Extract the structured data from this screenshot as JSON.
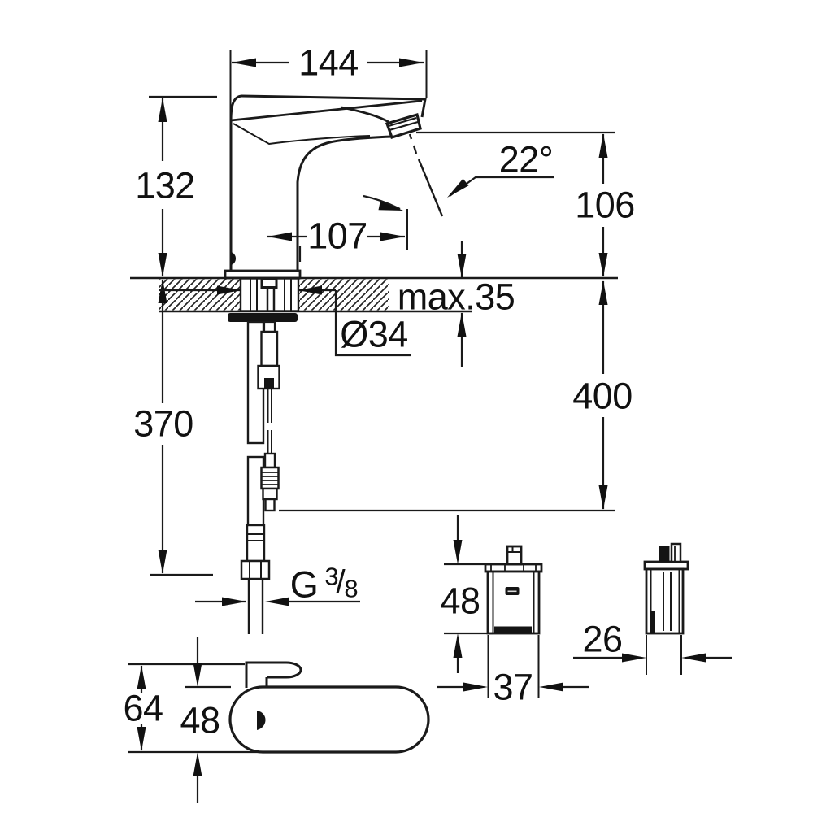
{
  "colors": {
    "line": "#1a1a1a",
    "background": "#ffffff"
  },
  "views": {
    "side_view": {
      "dims": {
        "width_top": "144",
        "height_body": "132",
        "spray_angle": "22°",
        "height_outlet": "106",
        "reach_outlet": "107",
        "deck_max": "max.35",
        "hole_dia": "Ø34",
        "below_deck_right": "400",
        "below_deck_left": "370",
        "thread_g": "G",
        "thread_num": "3",
        "thread_slash": "/",
        "thread_den": "8"
      }
    },
    "control_box_front": {
      "dims": {
        "height": "48",
        "width": "37"
      }
    },
    "control_box_side": {
      "dims": {
        "depth": "26"
      }
    },
    "top_view": {
      "dims": {
        "overall_width": "64",
        "body_width": "48"
      }
    }
  }
}
